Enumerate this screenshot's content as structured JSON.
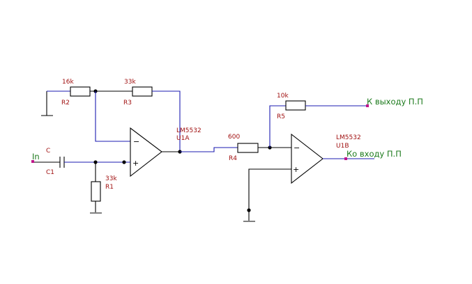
{
  "colors": {
    "wire": "#1b1bb0",
    "component": "#000000",
    "label": "#a01010",
    "port_label": "#1c7a1c",
    "port_marker": "#c0168a"
  },
  "components": {
    "R2": {
      "ref": "R2",
      "value": "16k"
    },
    "R3": {
      "ref": "R3",
      "value": "33k"
    },
    "R1": {
      "ref": "R1",
      "value": "33k"
    },
    "R4": {
      "ref": "R4",
      "value": "600"
    },
    "R5": {
      "ref": "R5",
      "value": "10k"
    },
    "C1": {
      "ref": "C1",
      "value": "C"
    },
    "U1A": {
      "ref": "U1A",
      "value": "LM5532"
    },
    "U1B": {
      "ref": "U1B",
      "value": "LM5532"
    }
  },
  "ports": {
    "input": "In",
    "out_top": "К выходу П.П",
    "out_bottom": "Ко входу П.П"
  },
  "opamp_signs": {
    "minus": "−",
    "plus": "+"
  }
}
